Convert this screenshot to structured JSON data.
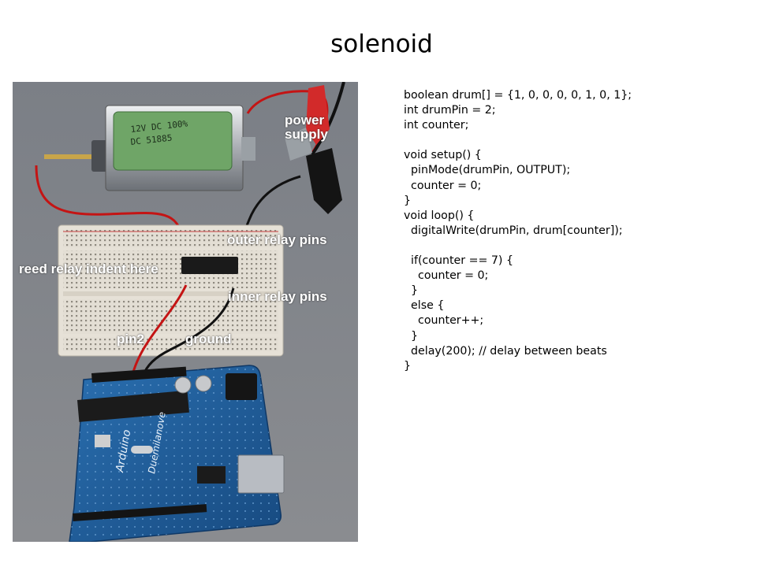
{
  "slide": {
    "title": "solenoid"
  },
  "photo_labels": {
    "power_supply": "power\nsupply",
    "outer_relay_pins": "outer relay pins",
    "reed_relay_indent": "reed relay indent here",
    "inner_relay_pins": "inner relay pins",
    "pin2": "pin2",
    "ground": "ground"
  },
  "component_print": {
    "solenoid_label": "12V DC 100%\nDC 51885",
    "board_name": "Arduino",
    "board_model": "Duemilanove"
  },
  "code": "boolean drum[] = {1, 0, 0, 0, 0, 1, 0, 1};\nint drumPin = 2;\nint counter;\n\nvoid setup() {\n  pinMode(drumPin, OUTPUT);\n  counter = 0;\n}\nvoid loop() {\n  digitalWrite(drumPin, drum[counter]);\n\n  if(counter == 7) {\n    counter = 0;\n  }\n  else {\n    counter++;\n  }\n  delay(200); // delay between beats\n}",
  "colors": {
    "wire_red": "#c41414",
    "wire_black": "#111111",
    "arduino_blue": "#1e5fa0",
    "breadboard": "#e6e1d7",
    "solenoid_tape": "#6fa567"
  }
}
